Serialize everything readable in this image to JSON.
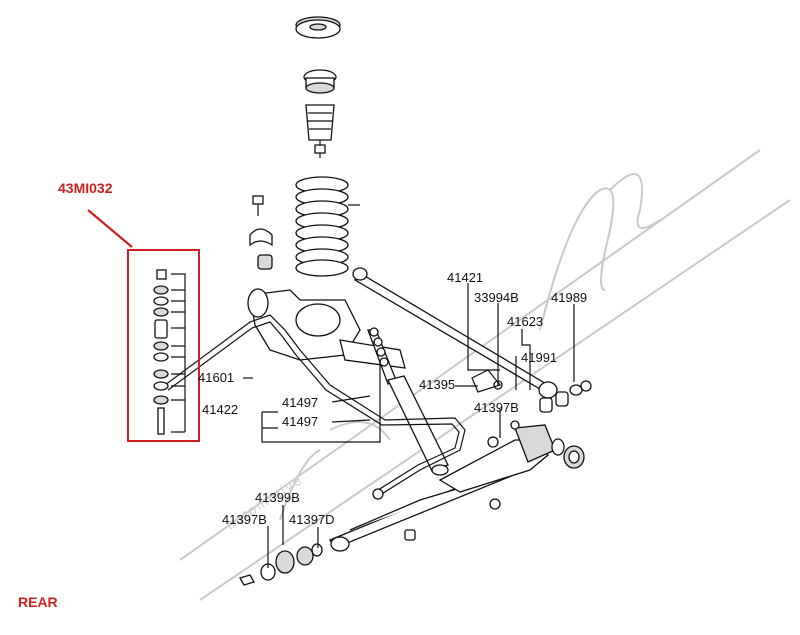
{
  "kit_code": "43MI032",
  "position_label": "REAR",
  "accent_color": "#cc1f1f",
  "part_labels": {
    "p41421": "41421",
    "p33994B": "33994B",
    "p41989": "41989",
    "p41623": "41623",
    "p41991": "41991",
    "p41395": "41395",
    "p41397B_right": "41397B",
    "p41601": "41601",
    "p41422": "41422",
    "p41497_a": "41497",
    "p41497_b": "41497",
    "p41399B": "41399B",
    "p41397B_left": "41397B",
    "p41397D": "41397D"
  }
}
